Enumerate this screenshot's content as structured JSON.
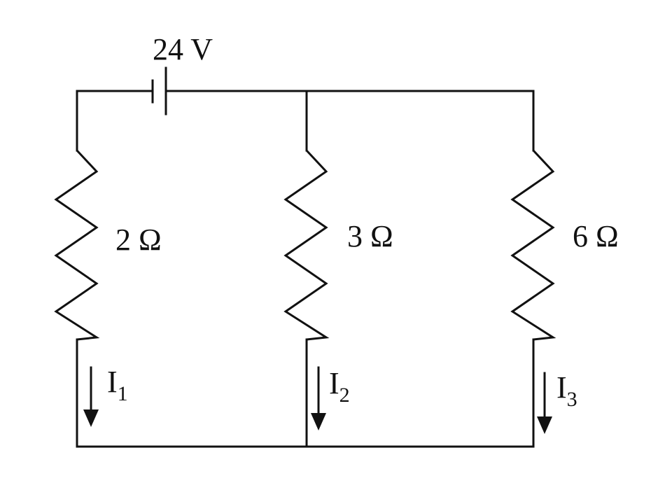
{
  "circuit": {
    "battery": {
      "label": "24 V"
    },
    "resistors": [
      {
        "label": "2 Ω"
      },
      {
        "label": "3 Ω"
      },
      {
        "label": "6 Ω"
      }
    ],
    "currents": [
      {
        "symbol": "I",
        "subscript": "1"
      },
      {
        "symbol": "I",
        "subscript": "2"
      },
      {
        "symbol": "I",
        "subscript": "3"
      }
    ]
  }
}
